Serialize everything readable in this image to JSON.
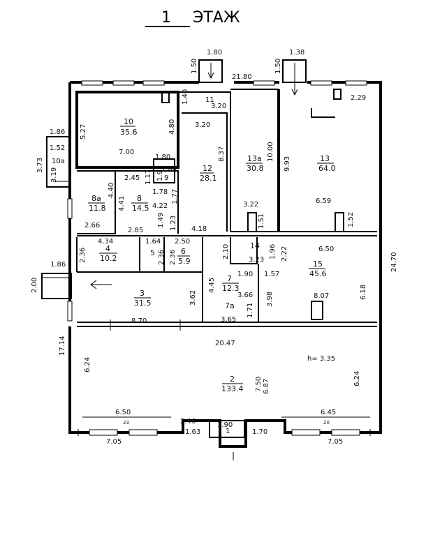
{
  "title": {
    "number": "1",
    "word": "ЭТАЖ"
  },
  "rooms": [
    {
      "id": "r10",
      "number": "10",
      "area": "35.6"
    },
    {
      "id": "r10a",
      "number": "10a",
      "area": ""
    },
    {
      "id": "r11",
      "number": "11",
      "area": ""
    },
    {
      "id": "r12",
      "number": "12",
      "area": "28.1"
    },
    {
      "id": "r13a",
      "number": "13a",
      "area": "30.8"
    },
    {
      "id": "r13",
      "number": "13",
      "area": "64.0"
    },
    {
      "id": "r8a",
      "number": "8a",
      "area": "11.8"
    },
    {
      "id": "r8",
      "number": "8",
      "area": "14.5"
    },
    {
      "id": "r9",
      "number": "9",
      "area": ""
    },
    {
      "id": "r4",
      "number": "4",
      "area": "10.2"
    },
    {
      "id": "r5",
      "number": "5",
      "area": ""
    },
    {
      "id": "r6",
      "number": "6",
      "area": "5.9"
    },
    {
      "id": "r14",
      "number": "14",
      "area": ""
    },
    {
      "id": "r15",
      "number": "15",
      "area": "45.6"
    },
    {
      "id": "r3",
      "number": "3",
      "area": "31.5"
    },
    {
      "id": "r7",
      "number": "7",
      "area": "12.3"
    },
    {
      "id": "r7a",
      "number": "7a",
      "area": ""
    },
    {
      "id": "r2",
      "number": "2",
      "area": "133.4"
    },
    {
      "id": "r1",
      "number": "1",
      "area": ""
    }
  ],
  "dimensions": [
    "1.80",
    "1.38",
    "1.50",
    "21.80",
    "1.50",
    "1.40",
    "3.20",
    "2.29",
    "5.27",
    "4.80",
    "7.00",
    "1.86",
    "1.52",
    "3.73",
    "3.19",
    "3.20",
    "8.37",
    "10.00",
    "9.93",
    "1.80",
    "1.64",
    "1.17",
    "1.9",
    "2.45",
    "4.40",
    "4.41",
    "4.22",
    "1.78",
    "1.77",
    "3.22",
    "6.59",
    "1.51",
    "1.52",
    "2.66",
    "2.85",
    "1.49",
    "1.23",
    "4.18",
    "4.34",
    "1.64",
    "2.50",
    "2.10",
    "1.96",
    "6.50",
    "2.22",
    "2.36",
    "2.36",
    "2.36",
    "3.23",
    "1.90",
    "1.57",
    "24.70",
    "1.86",
    "2.00",
    "4.45",
    "3.66",
    "3.62",
    "3.98",
    "8.07",
    "6.18",
    "1.71",
    "3.65",
    "8.70",
    "17.14",
    "20.47",
    "h= 3.35",
    "6.24",
    "6.24",
    "7.50",
    "6.87",
    "6.50",
    "6.45",
    "2.46",
    "1.90",
    "1.63",
    "1.70",
    "7.05",
    "7.05"
  ],
  "window_marks": [
    "23",
    "20"
  ],
  "colors": {
    "line": "#000000",
    "background": "#ffffff"
  }
}
